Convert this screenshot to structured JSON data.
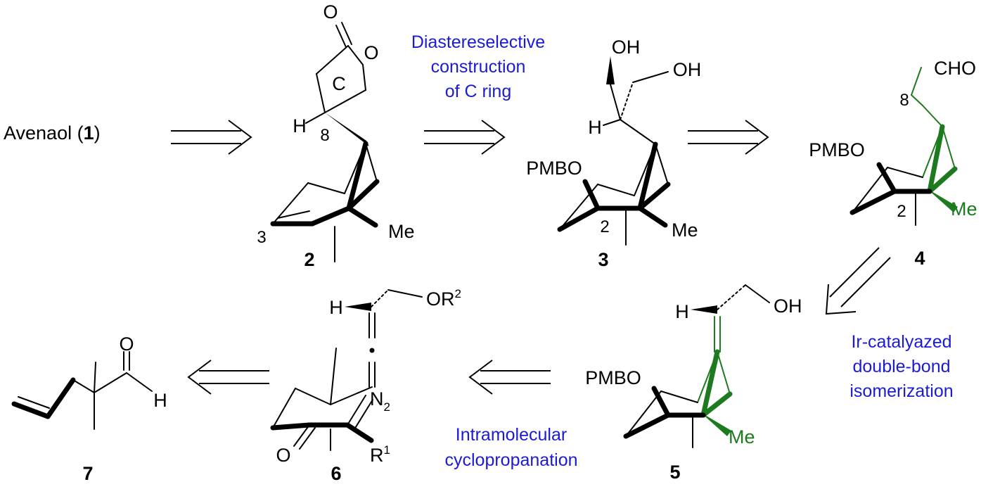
{
  "start": {
    "name": "Avenaol (",
    "num": "1",
    "close": ")"
  },
  "compounds": [
    {
      "id": "2",
      "label": "2"
    },
    {
      "id": "3",
      "label": "3"
    },
    {
      "id": "4",
      "label": "4"
    },
    {
      "id": "5",
      "label": "5"
    },
    {
      "id": "6",
      "label": "6"
    },
    {
      "id": "7",
      "label": "7"
    }
  ],
  "atoms": {
    "c2": {
      "o_top": "O",
      "o_ring": "O",
      "ring_c": "C",
      "h": "H",
      "pos8": "8",
      "pos3": "3",
      "me": "Me"
    },
    "c3": {
      "oh1": "OH",
      "oh2": "OH",
      "h": "H",
      "pmbo": "PMBO",
      "pos2": "2",
      "me": "Me"
    },
    "c4": {
      "cho": "CHO",
      "pos8": "8",
      "pmbo": "PMBO",
      "pos2": "2",
      "me": "Me"
    },
    "c5": {
      "h": "H",
      "oh": "OH",
      "pmbo": "PMBO",
      "me": "Me"
    },
    "c6": {
      "h": "H",
      "or2": "OR",
      "or2_sup": "2",
      "n2": "N",
      "n2_sub": "2",
      "o": "O",
      "r1": "R",
      "r1_sup": "1"
    },
    "c7": {
      "o": "O",
      "h": "H"
    }
  },
  "steps": {
    "s1": [
      "Diastereselective",
      "construction",
      "of C ring"
    ],
    "s2": [
      "Ir-catalyazed",
      "double-bond",
      "isomerization"
    ],
    "s3": [
      "Intramolecular",
      "cyclopropanation"
    ]
  },
  "colors": {
    "step_text": "#1b1bd6",
    "highlight": "#1e7a1e",
    "ink": "#000000"
  }
}
